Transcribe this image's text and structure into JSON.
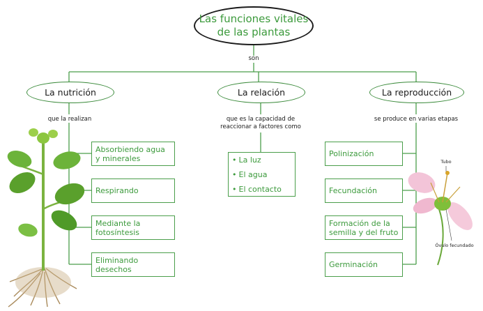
{
  "title_line1": "Las funciones vitales",
  "title_line2": "de las plantas",
  "connector_son": "son",
  "branches": {
    "nutricion": {
      "label": "La nutrición",
      "connector": "que la realizan",
      "items": [
        "Absorbiendo agua y minerales",
        "Respirando",
        "Mediante la fotosíntesis",
        "Eliminando desechos"
      ]
    },
    "relacion": {
      "label": "La relación",
      "connector_line1": "que es la capacidad de",
      "connector_line2": "reaccionar a factores como",
      "items": [
        "La luz",
        "El agua",
        "El contacto"
      ]
    },
    "reproduccion": {
      "label": "La reproducción",
      "connector": "se produce en varias etapas",
      "items": [
        "Polinización",
        "Fecundación",
        "Formación de la semilla y del fruto",
        "Germinación"
      ]
    }
  },
  "flower_labels": {
    "tubo": "Tubo",
    "ovulo": "Óvulo fecundado"
  },
  "colors": {
    "accent_green": "#3c9a3c",
    "line_green": "#4a9e4a",
    "title_border": "#1b1b1b"
  }
}
